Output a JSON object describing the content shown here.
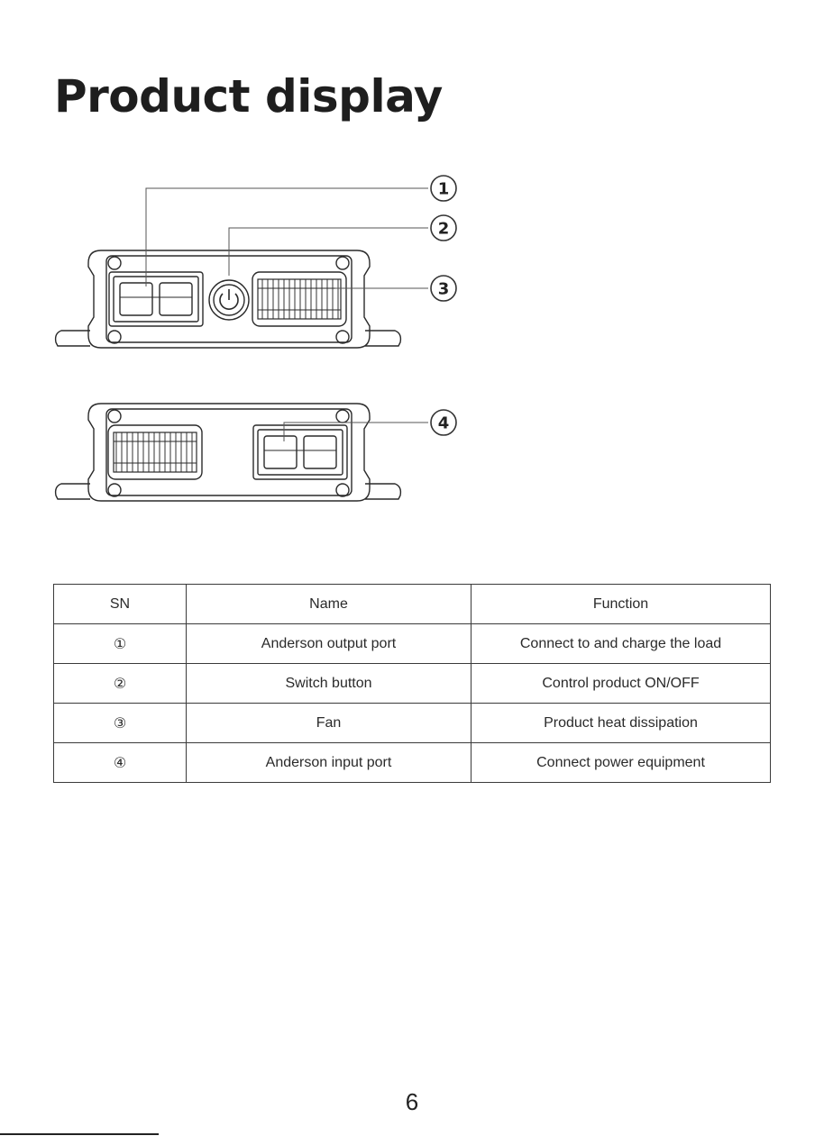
{
  "page": {
    "title": "Product display",
    "page_number": "6"
  },
  "callouts": [
    {
      "number": "1"
    },
    {
      "number": "2"
    },
    {
      "number": "3"
    },
    {
      "number": "4"
    }
  ],
  "table": {
    "headers": [
      "SN",
      "Name",
      "Function"
    ],
    "rows": [
      {
        "sn": "①",
        "name": "Anderson output port",
        "function": "Connect to and charge the load"
      },
      {
        "sn": "②",
        "name": "Switch button",
        "function": "Control product ON/OFF"
      },
      {
        "sn": "③",
        "name": "Fan",
        "function": "Product heat dissipation"
      },
      {
        "sn": "④",
        "name": "Anderson input port",
        "function": "Connect power equipment"
      }
    ]
  },
  "icons": [
    "power-icon",
    "anderson-connector-icon",
    "fan-grille-icon"
  ]
}
